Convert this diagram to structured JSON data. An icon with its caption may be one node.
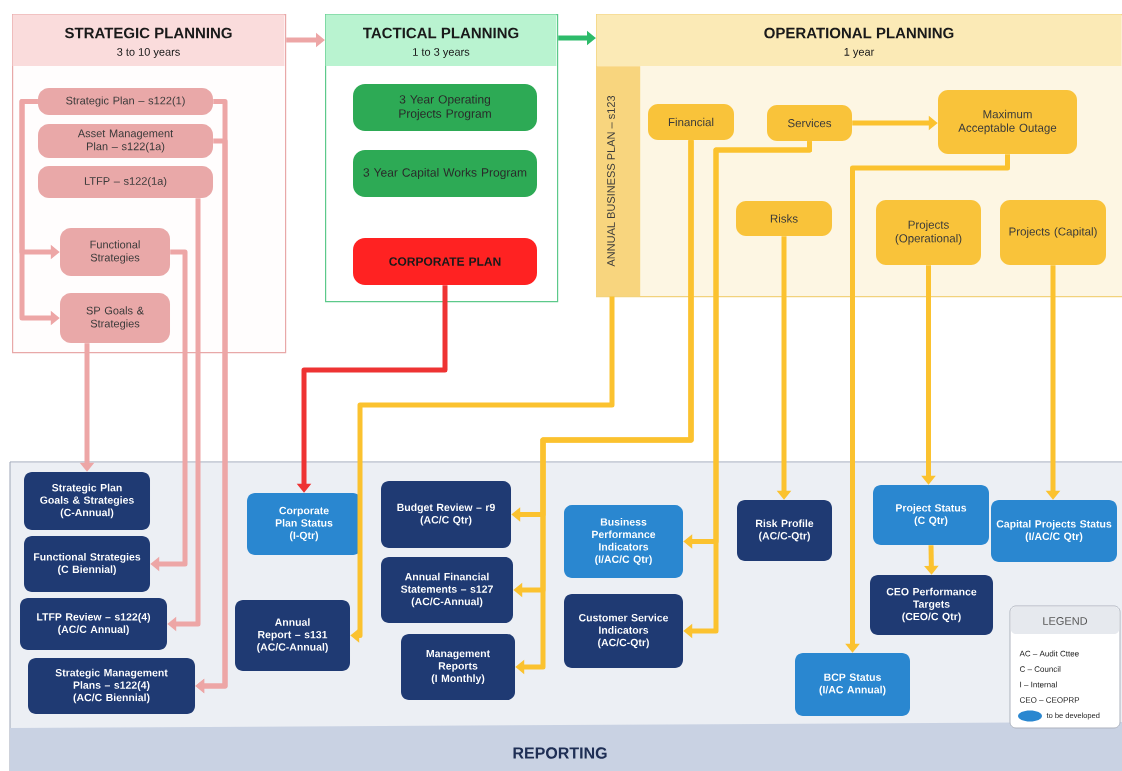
{
  "diagram": {
    "nodes": [
      {
        "text": [
          "STRATEGIC PLANNING",
          "3 to 10 years"
        ]
      },
      {
        "text": [
          "Strategic Plan – s122(1)"
        ],
        "in": 0
      },
      {
        "text": [
          "Asset Management Plan – s122(1a)"
        ],
        "in": 0
      },
      {
        "text": [
          "LTFP – s122(1a)"
        ],
        "in": 0
      },
      {
        "text": [
          "Functional Strategies"
        ],
        "in": 0
      },
      {
        "text": [
          "SP Goals & Strategies"
        ],
        "in": 0
      },
      {
        "text": [
          "TACTICAL PLANNING",
          "1 to 3 years"
        ]
      },
      {
        "text": [
          "3 Year Operating Projects Program"
        ],
        "in": 6
      },
      {
        "text": [
          "3 Year Capital Works Program"
        ],
        "in": 6
      },
      {
        "text": [
          "CORPORATE PLAN"
        ],
        "in": 6
      },
      {
        "text": [
          "OPERATIONAL PLANNING",
          "1 year"
        ]
      },
      {
        "text": [
          "ANNUAL BUSINESS PLAN – s123"
        ],
        "in": 10
      },
      {
        "text": [
          "Financial"
        ],
        "in": 10
      },
      {
        "text": [
          "Services"
        ],
        "in": 10
      },
      {
        "text": [
          "Maximum Acceptable Outage"
        ],
        "in": 10
      },
      {
        "text": [
          "Risks"
        ],
        "in": 10
      },
      {
        "text": [
          "Projects (Operational)"
        ],
        "in": 10
      },
      {
        "text": [
          "Projects (Capital)"
        ],
        "in": 10
      },
      {
        "text": [
          "REPORTING"
        ]
      },
      {
        "text": [
          "Strategic Plan Goals & Strategies",
          "(C-Annual)"
        ],
        "in": 18
      },
      {
        "text": [
          "Functional Strategies",
          "(C Biennial)"
        ],
        "in": 18
      },
      {
        "text": [
          "LTFP Review – s122(4)",
          "(AC/C Annual)"
        ],
        "in": 18
      },
      {
        "text": [
          "Strategic Management Plans – s122(4)",
          "(AC/C Biennial)"
        ],
        "in": 18
      },
      {
        "text": [
          "Corporate Plan Status",
          "(I-Qtr)"
        ],
        "in": 18
      },
      {
        "text": [
          "Annual Report – s131",
          "(AC/C-Annual)"
        ],
        "in": 18
      },
      {
        "text": [
          "Budget Review – r9",
          "(AC/C Qtr)"
        ],
        "in": 18
      },
      {
        "text": [
          "Annual Financial Statements – s127",
          "(AC/C-Annual)"
        ],
        "in": 18
      },
      {
        "text": [
          "Management Reports",
          "(I Monthly)"
        ],
        "in": 18
      },
      {
        "text": [
          "Business Performance Indicators",
          "(I/AC/C Qtr)"
        ],
        "in": 18
      },
      {
        "text": [
          "Customer Service Indicators",
          "(AC/C-Qtr)"
        ],
        "in": 18
      },
      {
        "text": [
          "Risk Profile",
          "(AC/C-Qtr)"
        ],
        "in": 18
      },
      {
        "text": [
          "Project Status",
          "(C Qtr)"
        ],
        "in": 18
      },
      {
        "text": [
          "Capital Projects Status",
          "(I/AC/C Qtr)"
        ],
        "in": 18
      },
      {
        "text": [
          "CEO Performance Targets",
          "(CEO/C Qtr)"
        ],
        "in": 18
      },
      {
        "text": [
          "BCP Status",
          "(I/AC Annual)"
        ],
        "in": 18
      }
    ],
    "edges": [
      {
        "from": 0,
        "to": 6,
        "arrow": "to",
        "color": "#eda6a6"
      },
      {
        "from": 6,
        "to": 10,
        "arrow": "to",
        "color": "#2dbb6a"
      },
      {
        "from": 1,
        "to": 4,
        "arrow": "to",
        "color": "#eda6a6"
      },
      {
        "from": 1,
        "to": 5,
        "arrow": "to",
        "color": "#eda6a6"
      },
      {
        "from": 1,
        "to": 22,
        "arrow": "to",
        "color": "#eda6a6"
      },
      {
        "from": 2,
        "to": 22,
        "arrow": "to",
        "color": "#eda6a6"
      },
      {
        "from": 3,
        "to": 21,
        "arrow": "to",
        "color": "#eda6a6"
      },
      {
        "from": 4,
        "to": 20,
        "arrow": "to",
        "color": "#eda6a6"
      },
      {
        "from": 5,
        "to": 19,
        "arrow": "to",
        "color": "#eda6a6"
      },
      {
        "from": 9,
        "to": 23,
        "arrow": "to",
        "color": "#ee3333"
      },
      {
        "from": 11,
        "to": 24,
        "arrow": "to"
      },
      {
        "from": 12,
        "to": 25,
        "arrow": "to"
      },
      {
        "from": 12,
        "to": 26,
        "arrow": "to"
      },
      {
        "from": 12,
        "to": 27,
        "arrow": "to"
      },
      {
        "from": 13,
        "to": 14,
        "arrow": "to"
      },
      {
        "from": 13,
        "to": 28,
        "arrow": "to"
      },
      {
        "from": 13,
        "to": 29,
        "arrow": "to"
      },
      {
        "from": 15,
        "to": 30,
        "arrow": "to"
      },
      {
        "from": 14,
        "to": 34,
        "arrow": "to"
      },
      {
        "from": 16,
        "to": 31,
        "arrow": "to"
      },
      {
        "from": 31,
        "to": 33,
        "arrow": "to"
      },
      {
        "from": 17,
        "to": 32,
        "arrow": "to"
      }
    ],
    "labels": [
      "LEGEND",
      "AC – Audit Cttee",
      "C – Council",
      "I – Internal",
      "CEO – CEOPRP"
    ],
    "legend": [
      {
        "text": "to be developed",
        "color": "#2a87d0"
      }
    ]
  }
}
